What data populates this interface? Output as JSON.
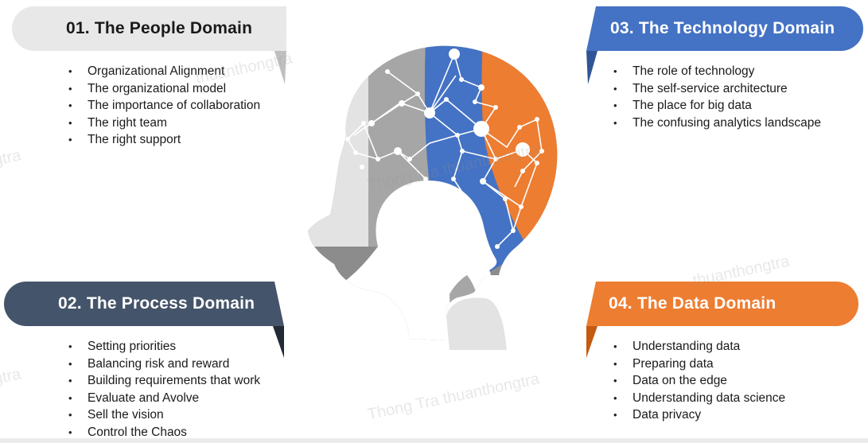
{
  "domains": [
    {
      "title": "01. The People Domain",
      "color": "#e8e8e8",
      "items": [
        "Organizational Alignment",
        "The organizational model",
        "The importance of collaboration",
        "The right team",
        "The right support"
      ]
    },
    {
      "title": "02. The Process Domain",
      "color": "#44546a",
      "items": [
        "Setting priorities",
        "Balancing risk and reward",
        "Building requirements that work",
        "Evaluate and Avolve",
        "Sell the vision",
        "Control the Chaos"
      ]
    },
    {
      "title": "03. The Technology Domain",
      "color": "#4472c4",
      "items": [
        "The role of technology",
        "The self-service architecture",
        "The place for big data",
        "The confusing analytics landscape"
      ]
    },
    {
      "title": "04. The Data Domain",
      "color": "#ed7d31",
      "items": [
        "Understanding data",
        "Preparing data",
        "Data on the edge",
        "Understanding data science",
        "Data privacy"
      ]
    }
  ],
  "head_colors": {
    "light": "#e3e3e3",
    "mid": "#a6a6a6",
    "blue": "#4472c4",
    "orange": "#ed7d31",
    "face": "#8c8c8c"
  },
  "watermark": {
    "text_long": "Thong Tra thuanthongtra",
    "text_short": "thuanthongtra",
    "text_frag": "ongtra"
  }
}
